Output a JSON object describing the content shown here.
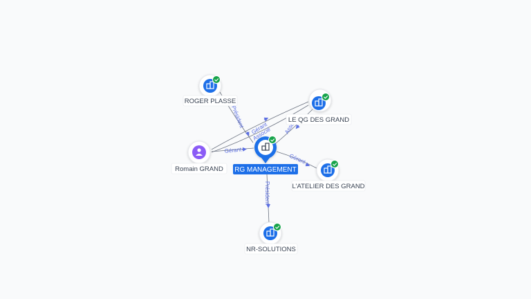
{
  "nodes": {
    "main": {
      "label": "RG MANAGEMENT",
      "verified": true,
      "icon": "building-icon"
    },
    "roger": {
      "label": "ROGER PLASSE",
      "verified": true,
      "icon": "building-icon"
    },
    "qg": {
      "label": "LE QG DES GRAND",
      "verified": true,
      "icon": "building-icon"
    },
    "romain": {
      "label": "Romain GRAND",
      "verified": false,
      "icon": "person-icon"
    },
    "atelier": {
      "label": "L'ATELIER DES GRAND",
      "verified": true,
      "icon": "building-icon"
    },
    "nr": {
      "label": "NR-SOLUTIONS",
      "verified": true,
      "icon": "building-icon"
    }
  },
  "edges": {
    "roger_main": "Président",
    "romain_main": "Gérant",
    "romain_qg_1": "Gérant",
    "romain_qg_2": "Associé",
    "qg_main": "Associé",
    "main_atelier": "Gérant",
    "main_nr": "Président"
  },
  "colors": {
    "accent": "#1d6fe8",
    "verified": "#16a34a",
    "person": "#8b5cf6",
    "edge": "#6b7280",
    "edge_label": "#5b6ee1"
  }
}
